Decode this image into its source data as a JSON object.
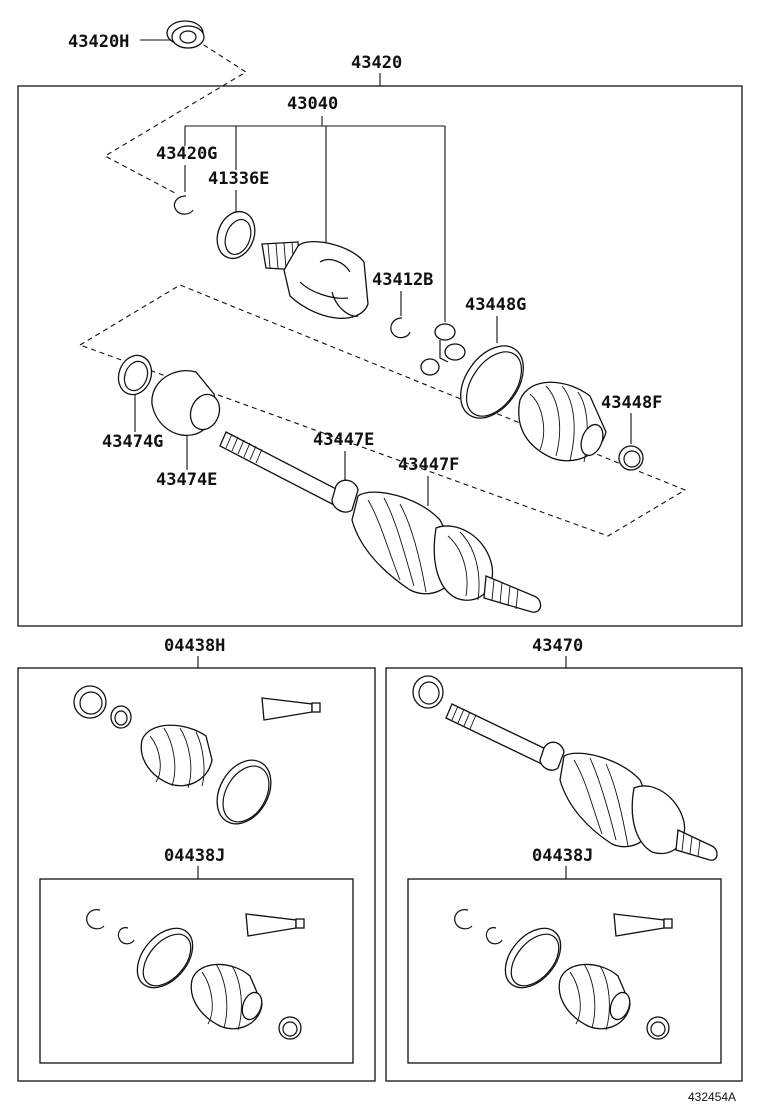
{
  "labels": {
    "dust_seal": "43420H",
    "assembly": "43420",
    "inner_joint_kit": "43040",
    "snap_ring_g": "43420G",
    "seal_41336e": "41336E",
    "snap_ring_b": "43412B",
    "clamp_g": "43448G",
    "clamp_f": "43448F",
    "clamp_474g": "43474G",
    "boot_474e": "43474E",
    "shaft_e": "43447E",
    "shaft_f": "43447F",
    "boot_kit_h": "04438H",
    "boot_kit_j_left": "04438J",
    "outer_shaft": "43470",
    "boot_kit_j_right": "04438J"
  },
  "reference_code": "432454A"
}
